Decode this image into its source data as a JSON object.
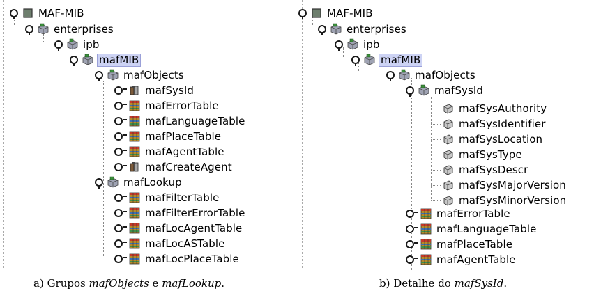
{
  "left_tree": {
    "root": "MAF-MIB",
    "enterprises": "enterprises",
    "ipb": "ipb",
    "mafMIB": "mafMIB",
    "mafObjects": "mafObjects",
    "mafObjects_children": [
      "mafSysId",
      "mafErrorTable",
      "mafLanguageTable",
      "mafPlaceTable",
      "mafAgentTable",
      "mafCreateAgent"
    ],
    "mafLookup": "mafLookup",
    "mafLookup_children": [
      "mafFilterTable",
      "mafFilterErrorTable",
      "mafLocAgentTable",
      "mafLocASTable",
      "mafLocPlaceTable"
    ]
  },
  "right_tree": {
    "root": "MAF-MIB",
    "enterprises": "enterprises",
    "ipb": "ipb",
    "mafMIB": "mafMIB",
    "mafObjects": "mafObjects",
    "mafSysId": "mafSysId",
    "mafSysId_children": [
      "mafSysAuthority",
      "mafSysIdentifier",
      "mafSysLocation",
      "mafSysType",
      "mafSysDescr",
      "mafSysMajorVersion",
      "mafSysMinorVersion"
    ],
    "tables": [
      "mafErrorTable",
      "mafLanguageTable",
      "mafPlaceTable",
      "mafAgentTable"
    ]
  },
  "captions": {
    "a_prefix": "a) Grupos ",
    "a_item1": "mafObjects",
    "a_mid": " e ",
    "a_item2": "mafLookup",
    "a_suffix": ".",
    "b_prefix": "b) Detalhe do ",
    "b_item": "mafSysId",
    "b_suffix": "."
  },
  "icons": {
    "root": "square-icon",
    "group": "folder-drum-icon",
    "scalar": "scalar-object-icon",
    "table": "table-icon",
    "leaf": "leaf-object-icon"
  },
  "colors": {
    "selection_bg": "#cdd3f4",
    "selection_border": "#9aa0d8"
  }
}
